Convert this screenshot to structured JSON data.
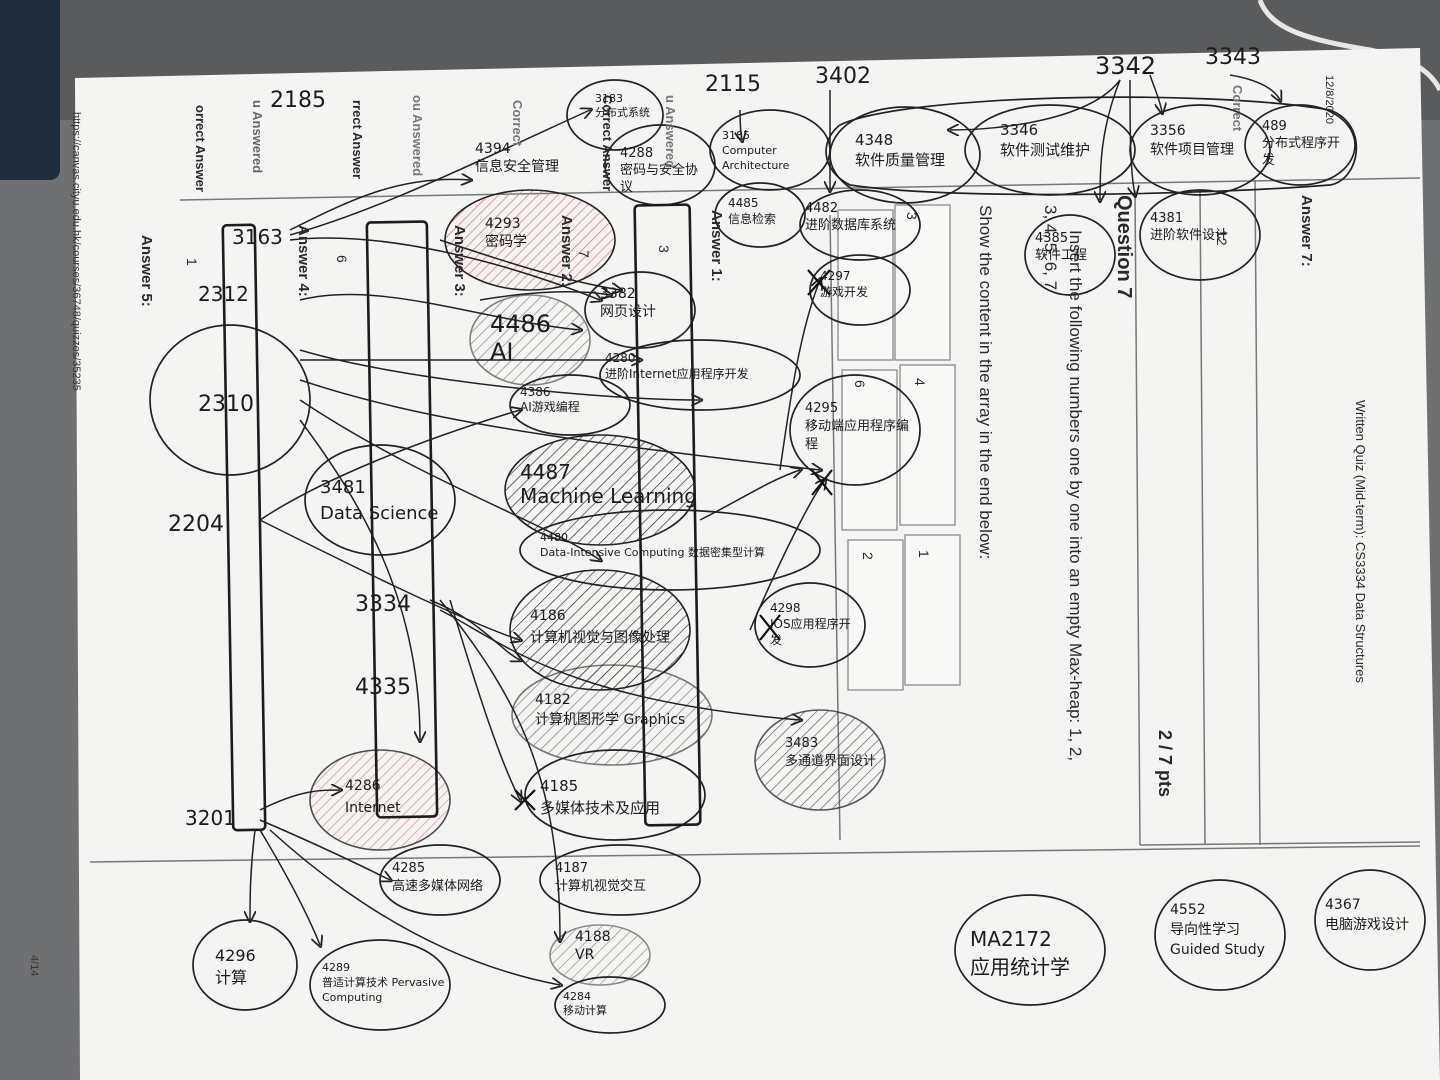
{
  "paper": {
    "header_right": "Written Quiz (Mid-term): CS3334 Data Structures",
    "date": "12/8/2020",
    "url": "https://canvas.cityu.edu.hk/courses/36748/quizzes/35235",
    "page_number": "4/14",
    "question_title": "Question 7",
    "points": "2 / 7 pts",
    "question_line1": "Insert the following numbers one by one into an empty Max-heap: 1, 2,",
    "question_line2": "3, 4, 5, 6, 7",
    "question_line3": "Show the content in the array in the end below:",
    "answer7": "Answer 7:",
    "answer1": "Answer 1:",
    "answer2": "Answer 2:",
    "answer3": "Answer 3:",
    "answer4": "Answer 4:",
    "answer5": "Answer 5:",
    "correct_answer": "Correct Answer",
    "correct_answer_cut1": "orrect Answer",
    "correct_answer_cut2": "rrect Answer",
    "you_answered": "ou Answered",
    "you_answered_cut": "u Answered",
    "correct_short": "Correct",
    "cells_row1": [
      "3",
      "4"
    ],
    "cells_row2": [
      "6",
      "1"
    ],
    "cells_row3": [
      "2"
    ],
    "answer_values": [
      "7",
      "3",
      "5",
      "6",
      "1",
      "12"
    ]
  },
  "annotations": {
    "top_numbers": [
      "2185",
      "2115",
      "3402",
      "3342",
      "3343",
      "3163",
      "2312",
      "2310",
      "2204",
      "3201",
      "3334",
      "4335"
    ],
    "bubbles": [
      {
        "code": "3183",
        "text": "分布式系统"
      },
      {
        "code": "4394",
        "text": "信息安全管理"
      },
      {
        "code": "4288",
        "text": "密码与安全协议"
      },
      {
        "code": "3185",
        "text": "Computer Architecture"
      },
      {
        "code": "4348",
        "text": "软件质量管理"
      },
      {
        "code": "3346",
        "text": "软件测试维护"
      },
      {
        "code": "3356",
        "text": "软件项目管理"
      },
      {
        "code": "489",
        "text": "分布式程序开发"
      },
      {
        "code": "4293",
        "text": "密码学"
      },
      {
        "code": "4485",
        "text": "信息检索"
      },
      {
        "code": "4482",
        "text": "进阶数据库系统"
      },
      {
        "code": "4385",
        "text": "软件工程"
      },
      {
        "code": "4381",
        "text": "进阶软件设计"
      },
      {
        "code": "4297",
        "text": "游戏开发"
      },
      {
        "code": "3382",
        "text": "网页设计"
      },
      {
        "code": "4486",
        "text": "AI"
      },
      {
        "code": "4280",
        "text": "进阶Internet应用程序开发"
      },
      {
        "code": "4386",
        "text": "AI游戏编程"
      },
      {
        "code": "4295",
        "text": "移动端应用程序编程"
      },
      {
        "code": "3481",
        "text": "Data Science"
      },
      {
        "code": "4487",
        "text": "Machine Learning"
      },
      {
        "code": "4480",
        "text": "Data-Intensive Computing 数据密集型计算"
      },
      {
        "code": "4186",
        "text": "计算机视觉与图像处理"
      },
      {
        "code": "4298",
        "text": "IOS应用程序开发"
      },
      {
        "code": "4182",
        "text": "计算机图形学 Graphics"
      },
      {
        "code": "3483",
        "text": "多通道界面设计"
      },
      {
        "code": "4185",
        "text": "多媒体技术及应用"
      },
      {
        "code": "4286",
        "text": "Internet"
      },
      {
        "code": "4285",
        "text": "高速多媒体网络"
      },
      {
        "code": "4187",
        "text": "计算机视觉交互"
      },
      {
        "code": "4188",
        "text": "VR"
      },
      {
        "code": "4296",
        "text": "计算"
      },
      {
        "code": "4289",
        "text": "普适计算技术 Pervasive Computing"
      },
      {
        "code": "4284",
        "text": "移动计算"
      },
      {
        "code": "MA2172",
        "text": "应用统计学"
      },
      {
        "code": "4552",
        "text": "导向性学习 Guided Study"
      },
      {
        "code": "4367",
        "text": "电脑游戏设计"
      }
    ]
  },
  "colors": {
    "paper": "#f4f4f2",
    "ink": "#1c1c1c",
    "pink": "#e37a93",
    "print": "#2a2a2a"
  }
}
